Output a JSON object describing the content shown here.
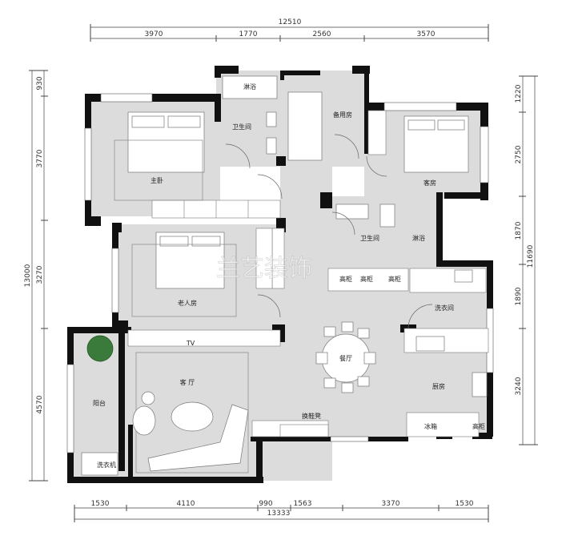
{
  "dimensions": {
    "top_total": "12510",
    "top": [
      "3970",
      "1770",
      "2560",
      "3570"
    ],
    "bottom": [
      "1530",
      "4110",
      "990",
      "1563",
      "3370",
      "1530"
    ],
    "bottom_total": "13333",
    "left_total": "13000",
    "left": [
      "930",
      "3770",
      "3270",
      "4570"
    ],
    "right_total": "11690",
    "right": [
      "1220",
      "2750",
      "1870",
      "1890",
      "3240"
    ]
  },
  "rooms": {
    "master_bedroom": "主卧",
    "bathroom_1": "卫生间",
    "shower_1": "淋浴",
    "spare_room": "备用房",
    "guest_room": "客房",
    "elder_room": "老人房",
    "bathroom_2": "卫生间",
    "shower_2": "淋浴",
    "laundry": "洗衣间",
    "dining": "餐厅",
    "kitchen": "厨房",
    "living": "客 厅",
    "balcony": "阳台"
  },
  "fixtures": {
    "tv": "TV",
    "tall_cabinet_1": "高柜",
    "tall_cabinet_2": "高柜",
    "tall_cabinet_3": "高柜",
    "shoe_bench": "换鞋凳",
    "fridge": "冰箱",
    "tall_cabinet_kitchen": "高柜",
    "washer": "洗衣机"
  },
  "watermark": "兰艺装饰"
}
